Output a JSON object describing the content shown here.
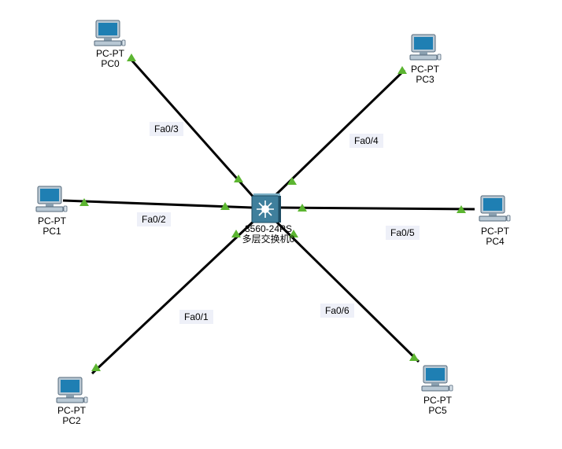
{
  "colors": {
    "link": "#000000",
    "status_up": "#5cb531",
    "pc_body": "#b8c8d4",
    "pc_screen": "#1f7fb3",
    "switch_body": "#3f7f9c",
    "switch_edge": "#1e4c63",
    "port_label_bg": "#eef0f8"
  },
  "switch": {
    "icon": "multilayer-switch-icon",
    "model": "3560-24PS",
    "name": "多层交换机0"
  },
  "pcs": [
    {
      "id": "pc0",
      "model": "PC-PT",
      "name": "PC0",
      "icon": "pc-icon"
    },
    {
      "id": "pc1",
      "model": "PC-PT",
      "name": "PC1",
      "icon": "pc-icon"
    },
    {
      "id": "pc2",
      "model": "PC-PT",
      "name": "PC2",
      "icon": "pc-icon"
    },
    {
      "id": "pc3",
      "model": "PC-PT",
      "name": "PC3",
      "icon": "pc-icon"
    },
    {
      "id": "pc4",
      "model": "PC-PT",
      "name": "PC4",
      "icon": "pc-icon"
    },
    {
      "id": "pc5",
      "model": "PC-PT",
      "name": "PC5",
      "icon": "pc-icon"
    }
  ],
  "links": [
    {
      "from": "pc0",
      "to": "switch",
      "port": "Fa0/3",
      "status": "up"
    },
    {
      "from": "pc1",
      "to": "switch",
      "port": "Fa0/2",
      "status": "up"
    },
    {
      "from": "pc2",
      "to": "switch",
      "port": "Fa0/1",
      "status": "up"
    },
    {
      "from": "pc3",
      "to": "switch",
      "port": "Fa0/4",
      "status": "up"
    },
    {
      "from": "pc4",
      "to": "switch",
      "port": "Fa0/5",
      "status": "up"
    },
    {
      "from": "pc5",
      "to": "switch",
      "port": "Fa0/6",
      "status": "up"
    }
  ]
}
